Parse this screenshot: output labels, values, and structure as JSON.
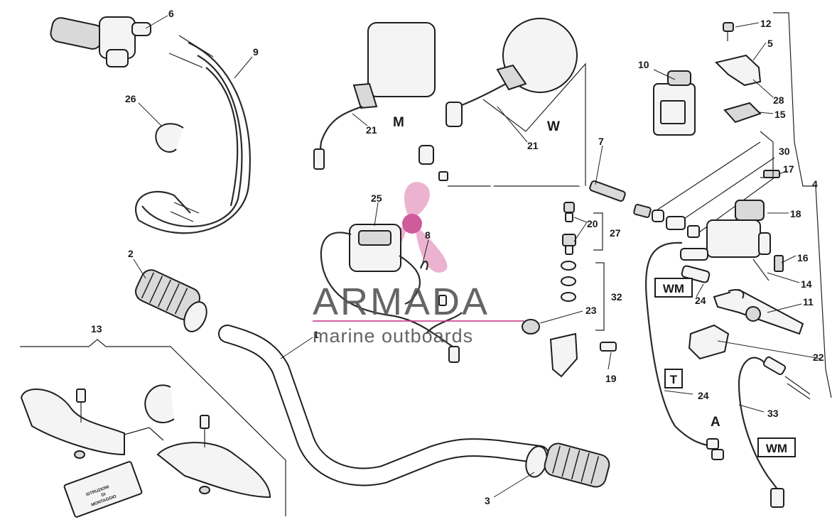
{
  "watermark": {
    "brand": "ARMADA",
    "tagline": "marine outboards",
    "colors": {
      "text": "#555555",
      "logo": "#e8a6c8",
      "logo_center": "#c73f8a"
    }
  },
  "part_numbers": [
    "1",
    "2",
    "3",
    "4",
    "5",
    "6",
    "7",
    "8",
    "9",
    "10",
    "11",
    "12",
    "13",
    "14",
    "15",
    "16",
    "17",
    "18",
    "19",
    "20",
    "21",
    "21",
    "22",
    "23",
    "24",
    "24",
    "25",
    "26",
    "27",
    "28",
    "30",
    "32",
    "33"
  ],
  "labels": {
    "p1": "1",
    "p2": "2",
    "p3": "3",
    "p4": "4",
    "p5": "5",
    "p6": "6",
    "p7": "7",
    "p8": "8",
    "p9": "9",
    "p10": "10",
    "p11": "11",
    "p12": "12",
    "p13": "13",
    "p14": "14",
    "p15": "15",
    "p16": "16",
    "p17": "17",
    "p18": "18",
    "p19": "19",
    "p20": "20",
    "p21a": "21",
    "p21b": "21",
    "p22": "22",
    "p23": "23",
    "p24a": "24",
    "p24b": "24",
    "p25": "25",
    "p26": "26",
    "p27": "27",
    "p28": "28",
    "p30": "30",
    "p32": "32",
    "p33": "33"
  },
  "variants": {
    "m": "M",
    "w": "W",
    "t": "T",
    "a": "A",
    "wm1": "WM",
    "wm2": "WM"
  },
  "manual_text": [
    "ISTRUZIONI",
    "DI",
    "MONTAGGIO"
  ]
}
